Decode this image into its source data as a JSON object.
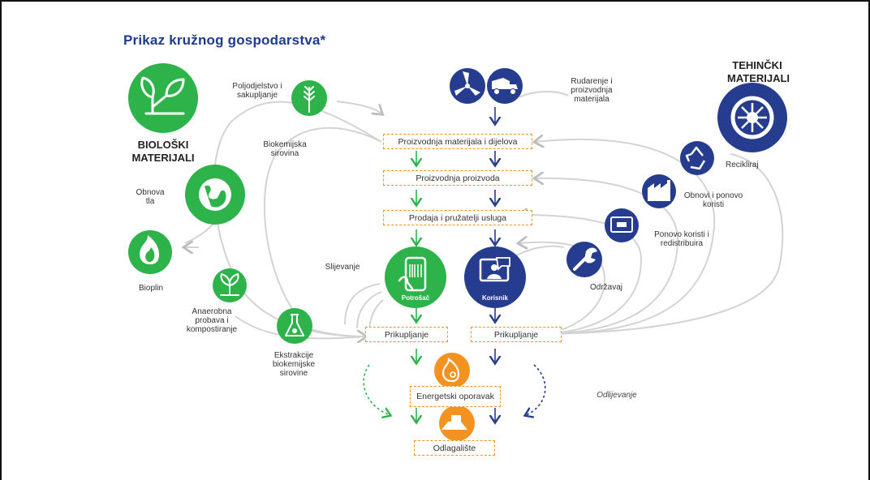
{
  "title": "Prikaz kružnog gospodarstva*",
  "colors": {
    "title": "#1e3c8c",
    "bio_green": "#2db34a",
    "tech_blue": "#263d8f",
    "orange": "#f39221",
    "box_border": "#f0961e",
    "flow_grey": "#cfcfcf"
  },
  "biological": {
    "heading": "BIOLOŠKI MATERIJALI",
    "agriculture": "Poljodjelstvo i sakupljanje",
    "biochem_feedstock": "Biokemijska sirovina",
    "soil_restoration": "Obnova tla",
    "biogas": "Bioplin",
    "anaerobic": "Anaerobna probava i kompostiranje",
    "extraction": "Ekstrakcije biokemijske sirovine",
    "cascading": "Slijevanje"
  },
  "technical": {
    "heading": "TEHINČKI MATERIJALI",
    "mining": "Rudarenje i proizvodnja materijala",
    "recycle": "Recikliraj",
    "refurbish": "Obnovi i ponovo koristi",
    "reuse": "Ponovo koristi i redistribuira",
    "maintain": "Održavaj"
  },
  "center": {
    "parts_manufacturing": "Proizvodnja materijala i dijelova",
    "product_manufacturing": "Proizvodnja proizvoda",
    "retail": "Prodaja i pružatelji usluga",
    "consumer": "Potrošač",
    "user": "Korisnik",
    "collection_left": "Prikupljanje",
    "collection_right": "Prikupljanje",
    "energy_recovery": "Energetski oporavak",
    "landfill": "Odlagalište",
    "leakage": "Odlijevanje"
  },
  "icons": [
    "leaf-icon",
    "wheat-icon",
    "globe-icon",
    "flame-icon",
    "sprout-icon",
    "flask-icon",
    "wind-turbine-icon",
    "mining-truck-icon",
    "tire-icon",
    "recycle-icon",
    "factory-icon",
    "monitor-icon",
    "wrench-icon",
    "phone-icon",
    "user-screen-icon",
    "energy-icon",
    "landfill-icon"
  ]
}
